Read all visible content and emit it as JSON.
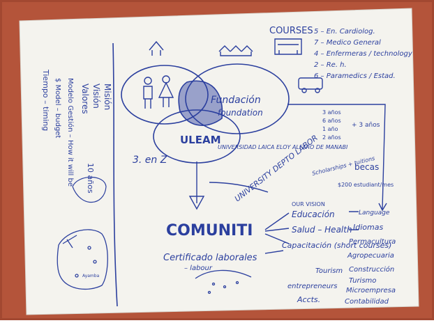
{
  "courses": {
    "heading": "COURSES",
    "lines": [
      "5 – En. Cardiolog.",
      "7 – Medico General",
      "4 – Enfermeras / technology",
      "2 – Re. h.",
      "6 – Paramedics / Estad."
    ]
  },
  "venn": {
    "fundacion": "Fundación",
    "foundation": "foundation",
    "uleam": "ULEAM",
    "uleam_full": "UNIVERSIDAD LAICA ELOY ALFARO DE MANABI"
  },
  "durations": [
    "3 años",
    "6 años",
    "1 año",
    "2 años",
    "+ 3 años"
  ],
  "scholarships": {
    "label": "becas",
    "sublabel": "Scholarships + tuitions",
    "amount": "$200 estudiant/mes"
  },
  "university_dept": "UNIVERSITY DEPTO LABOR",
  "left_column": [
    "Misión",
    "Visión",
    "Valores",
    "Modelo Gestión – How it will be",
    "$ Model – budget",
    "Tiempo – timing"
  ],
  "ten_years": "10 años",
  "three_by_z": "3. en Z",
  "comuniti": "COMUNITI",
  "our_vision": "OUR VISION",
  "outcomes": [
    "Educación",
    "Salud – Health",
    "Capacitación (short courses)"
  ],
  "skills": [
    "Language",
    "Idiomas",
    "Permacultura",
    "Agropecuaria",
    "Construcción",
    "Turismo",
    "Microempresa",
    "Contabilidad"
  ],
  "certificado": "Certificado laborales",
  "labour": "– labour",
  "tourism": [
    "Tourism",
    "entrepreneurs",
    "Accts."
  ],
  "map_label": "Ayamba"
}
